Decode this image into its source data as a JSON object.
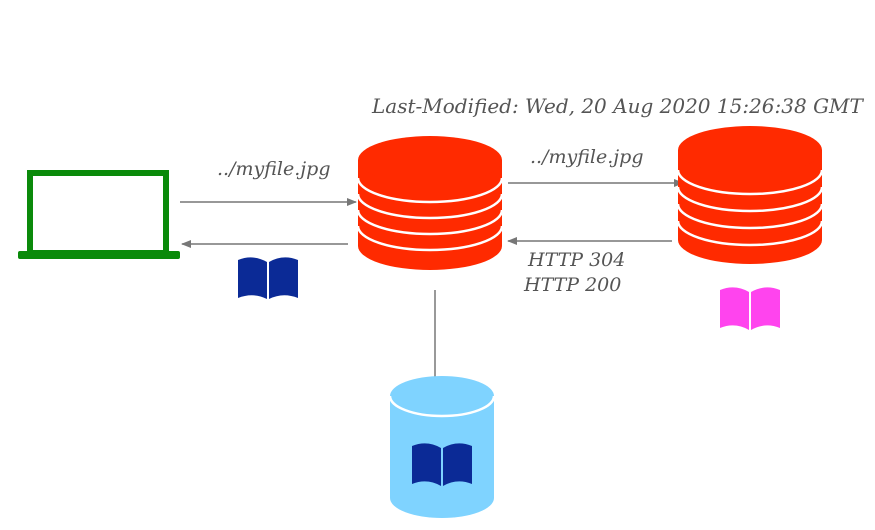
{
  "header": {
    "last_modified": "Last-Modified: Wed, 20 Aug 2020 15:26:38 GMT"
  },
  "labels": {
    "request_client_to_proxy": "../myfile.jpg",
    "request_proxy_to_origin": "../myfile.jpg",
    "response_status_1": "HTTP 304",
    "response_status_2": "HTTP 200"
  },
  "icons": {
    "client": "laptop-icon",
    "proxy": "database-icon",
    "origin": "database-icon",
    "cache": "database-icon",
    "book": "book-icon"
  },
  "colors": {
    "laptop": "#0a8a0a",
    "server": "#ff2a00",
    "server_stripe": "#ffffff",
    "cache": "#7fd3ff",
    "book_client": "#0b2a96",
    "book_origin": "#ff44ee",
    "book_cache": "#0b2a96",
    "arrow": "#777777",
    "text": "#555555"
  }
}
